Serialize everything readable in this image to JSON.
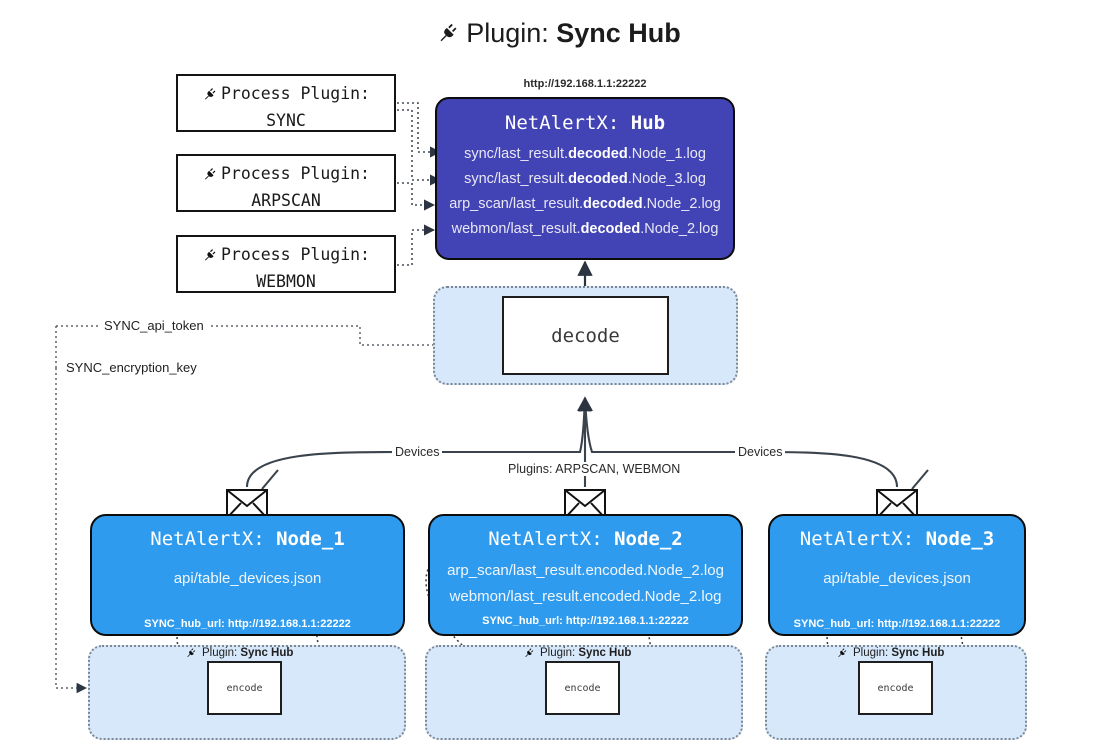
{
  "title": {
    "icon": "plug-icon",
    "prefix": "Plugin:",
    "name": "Sync Hub"
  },
  "process_plugins": [
    {
      "icon": "plug-icon",
      "line1": "Process Plugin:",
      "line2": "SYNC"
    },
    {
      "icon": "plug-icon",
      "line1": "Process Plugin:",
      "line2": "ARPSCAN"
    },
    {
      "icon": "plug-icon",
      "line1": "Process Plugin:",
      "line2": "WEBMON"
    }
  ],
  "hub": {
    "url": "http://192.168.1.1:22222",
    "title_prefix": "NetAlertX:",
    "title_name": "Hub",
    "logs": [
      {
        "pre": "sync/last_result.",
        "mid": "decoded",
        "post": ".Node_1.log"
      },
      {
        "pre": "sync/last_result.",
        "mid": "decoded",
        "post": ".Node_3.log"
      },
      {
        "pre": "arp_scan/last_result.",
        "mid": "decoded",
        "post": ".Node_2.log"
      },
      {
        "pre": "webmon/last_result.",
        "mid": "decoded",
        "post": ".Node_2.log"
      }
    ]
  },
  "decode": {
    "label": "decode"
  },
  "tokens": [
    {
      "label": "SYNC_api_token"
    },
    {
      "label": "SYNC_encryption_key"
    }
  ],
  "edges": {
    "devices_left": "Devices",
    "devices_right": "Devices",
    "plugins_center": "Plugins: ARPSCAN, WEBMON"
  },
  "nodes": [
    {
      "icon": "envelope-icon",
      "title_prefix": "NetAlertX:",
      "title_name": "Node_1",
      "lines": [
        "api/table_devices.json"
      ],
      "hub_url_label": "SYNC_hub_url: http://192.168.1.1:22222"
    },
    {
      "icon": "envelope-icon",
      "title_prefix": "NetAlertX:",
      "title_name": "Node_2",
      "lines": [
        "arp_scan/last_result.encoded.Node_2.log",
        "webmon/last_result.encoded.Node_2.log"
      ],
      "hub_url_label": "SYNC_hub_url: http://192.168.1.1:22222"
    },
    {
      "icon": "envelope-icon",
      "title_prefix": "NetAlertX:",
      "title_name": "Node_3",
      "lines": [
        "api/table_devices.json"
      ],
      "hub_url_label": "SYNC_hub_url: http://192.168.1.1:22222"
    }
  ],
  "encoders": [
    {
      "icon": "plug-icon",
      "prefix": "Plugin:",
      "name": "Sync Hub",
      "label": "encode"
    },
    {
      "icon": "plug-icon",
      "prefix": "Plugin:",
      "name": "Sync Hub",
      "label": "encode"
    },
    {
      "icon": "plug-icon",
      "prefix": "Plugin:",
      "name": "Sync Hub",
      "label": "encode"
    }
  ],
  "colors": {
    "hub_fill": "#4243b4",
    "node_fill": "#2f9bef",
    "container_fill": "#d6e8fa",
    "stroke": "#0c0c0c",
    "background": "#ffffff"
  }
}
